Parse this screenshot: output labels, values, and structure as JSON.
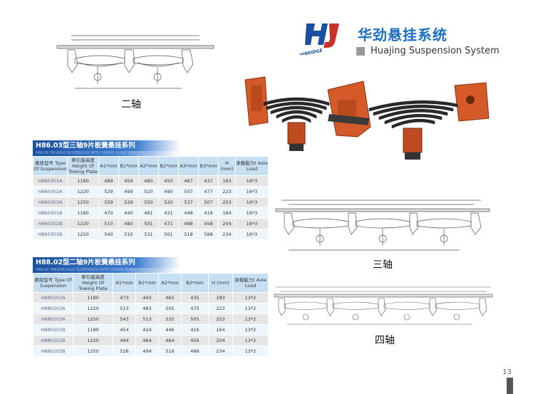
{
  "brand": {
    "logo_text": "HJBRIDGE",
    "name_cn": "华劲悬挂系统",
    "name_en": "Huajing Suspension System",
    "accent": "#1a6fc0"
  },
  "diagrams": {
    "two_axle_label": "二轴",
    "three_axle_label": "三轴",
    "four_axle_label": "四轴"
  },
  "table1": {
    "title": "H86.03型三轴9片板簧悬挂系列",
    "subtitle": "H86.03 TRI AXLE SUSPENSION WITH SPRING 9LEAF SPECIFICATION",
    "headers": [
      "悬挂型号 Type Of Suspension",
      "牵引座高度 Height Of Towing Plate",
      "A1*mm",
      "B1*mm",
      "A2*mm",
      "B2*mm",
      "A3*mm",
      "B3*mm",
      "H (mm)",
      "承载能力t Axle Load"
    ],
    "rows": [
      [
        "H860301A",
        "1180",
        "489",
        "459",
        "480",
        "450",
        "467",
        "437",
        "183",
        "16*3"
      ],
      [
        "H860302A",
        "1220",
        "529",
        "499",
        "520",
        "490",
        "507",
        "477",
        "223",
        "16*3"
      ],
      [
        "H860303A",
        "1250",
        "559",
        "529",
        "550",
        "520",
        "537",
        "507",
        "253",
        "16*3"
      ],
      [
        "H860301B",
        "1180",
        "470",
        "440",
        "461",
        "431",
        "448",
        "418",
        "164",
        "16*3"
      ],
      [
        "H860302B",
        "1220",
        "510",
        "480",
        "501",
        "471",
        "488",
        "458",
        "204",
        "16*3"
      ],
      [
        "H860303B",
        "1250",
        "540",
        "510",
        "531",
        "501",
        "518",
        "588",
        "234",
        "16*3"
      ]
    ]
  },
  "table2": {
    "title": "H88.02型二轴9片板簧悬挂系列",
    "subtitle": "H88.02 TANDEM AXLE SUSPENSION WITH SPRING 9LEAF SPECIFICATION",
    "headers": [
      "悬挂型号 Type Of Suspension",
      "牵引座高度 Height Of Towing Plate",
      "A1*mm",
      "B1*mm",
      "A2*mm",
      "B2*mm",
      "H (mm)",
      "承载能力t Axle Load"
    ],
    "rows": [
      [
        "H880201A",
        "1180",
        "473",
        "443",
        "465",
        "435",
        "183",
        "13*2"
      ],
      [
        "H880202A",
        "1220",
        "513",
        "483",
        "505",
        "475",
        "223",
        "13*2"
      ],
      [
        "H880203A",
        "1250",
        "543",
        "513",
        "535",
        "505",
        "253",
        "13*2"
      ],
      [
        "H880201B",
        "1180",
        "454",
        "424",
        "446",
        "416",
        "164",
        "13*2"
      ],
      [
        "H880202B",
        "1220",
        "494",
        "464",
        "464",
        "456",
        "204",
        "13*2"
      ],
      [
        "H880203B",
        "1250",
        "526",
        "494",
        "516",
        "486",
        "234",
        "13*2"
      ]
    ]
  },
  "page": {
    "number": "13"
  }
}
